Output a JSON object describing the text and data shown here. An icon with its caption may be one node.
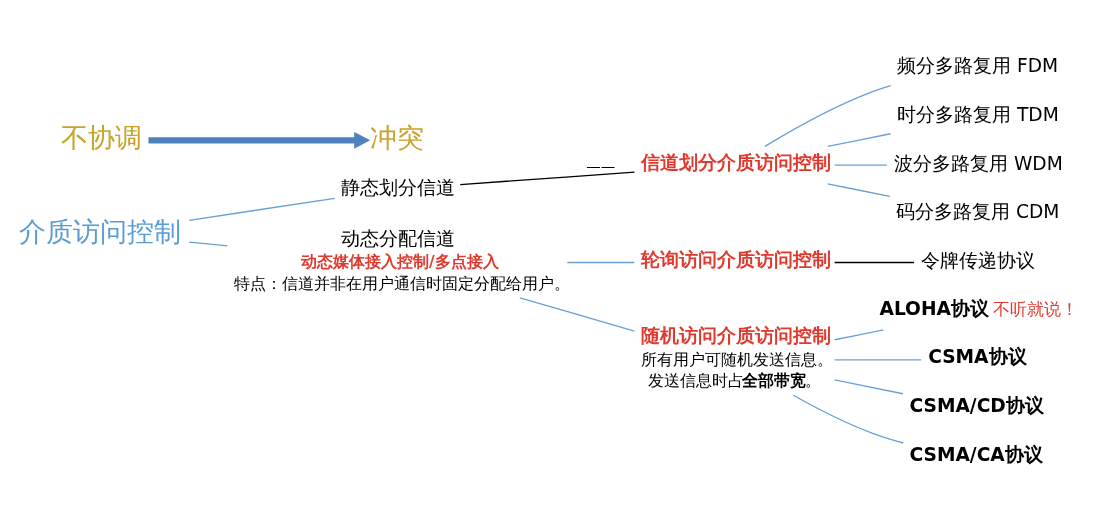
{
  "diagram": {
    "nodes": [
      {
        "text": [
          "介质访问控制"
        ]
      },
      {
        "text": [
          "静态划分信道"
        ]
      },
      {
        "text": [
          "信道划分介质访问控制"
        ]
      },
      {
        "text": [
          "频分多路复用 FDM"
        ]
      },
      {
        "text": [
          "时分多路复用 TDM"
        ]
      },
      {
        "text": [
          "波分多路复用 WDM"
        ]
      },
      {
        "text": [
          "码分多路复用 CDM"
        ]
      },
      {
        "text": [
          "动态分配信道"
        ],
        "beside": [
          "动态媒体接入控制/多点接入",
          "特点：信道并非在用户通信时固定分配给用户。"
        ]
      },
      {
        "text": [
          "轮询访问介质访问控制"
        ]
      },
      {
        "text": [
          "令牌传递协议"
        ]
      },
      {
        "text": [
          "随机访问介质访问控制"
        ],
        "beside": [
          "所有用户可随机发送信息。",
          "发送信息时占**全部带宽**。"
        ]
      },
      {
        "text": [
          "ALOHA协议"
        ],
        "beside": [
          "不听就说！"
        ]
      },
      {
        "text": [
          "CSMA协议"
        ]
      },
      {
        "text": [
          "CSMA/CD协议"
        ]
      },
      {
        "text": [
          "CSMA/CA协议"
        ]
      },
      {
        "text": [
          "不协调"
        ]
      },
      {
        "text": [
          "冲突"
        ]
      }
    ],
    "edges": [
      {
        "from": 0,
        "to": 1,
        "arrow": "none"
      },
      {
        "from": 0,
        "to": 7,
        "arrow": "none"
      },
      {
        "from": 1,
        "to": 2,
        "arrow": "none",
        "label": "——",
        "color": "#000000"
      },
      {
        "from": 2,
        "to": 3,
        "arrow": "none"
      },
      {
        "from": 2,
        "to": 4,
        "arrow": "none"
      },
      {
        "from": 2,
        "to": 5,
        "arrow": "none"
      },
      {
        "from": 2,
        "to": 6,
        "arrow": "none"
      },
      {
        "from": 7,
        "to": 8,
        "arrow": "none"
      },
      {
        "from": 7,
        "to": 10,
        "arrow": "none"
      },
      {
        "from": 8,
        "to": 9,
        "arrow": "none",
        "color": "#000000"
      },
      {
        "from": 10,
        "to": 11,
        "arrow": "none"
      },
      {
        "from": 10,
        "to": 12,
        "arrow": "none"
      },
      {
        "from": 10,
        "to": 13,
        "arrow": "none"
      },
      {
        "from": 10,
        "to": 14,
        "arrow": "none"
      },
      {
        "from": 15,
        "to": 16,
        "arrow": "to",
        "style": "thick",
        "color": "#4f81bd"
      }
    ]
  }
}
